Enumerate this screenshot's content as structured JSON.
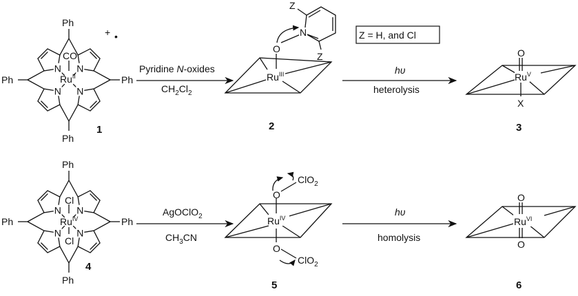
{
  "compounds": {
    "c1": {
      "label": "1",
      "metal": "Ru",
      "ox": "II",
      "axial": "CO",
      "charge": "+",
      "radical": "•",
      "ph": "Ph",
      "n": "N"
    },
    "c2": {
      "label": "2",
      "metal": "Ru",
      "ox": "III",
      "o": "O",
      "n": "N",
      "z": "Z"
    },
    "c3": {
      "label": "3",
      "metal": "Ru",
      "ox": "V",
      "o": "O",
      "x": "X"
    },
    "c4": {
      "label": "4",
      "metal": "Ru",
      "ox": "IV",
      "axial": "Cl",
      "ph": "Ph",
      "n": "N"
    },
    "c5": {
      "label": "5",
      "metal": "Ru",
      "ox": "IV",
      "o": "O",
      "clo2": "ClO",
      "clo2_sub": "2"
    },
    "c6": {
      "label": "6",
      "metal": "Ru",
      "ox": "VI",
      "o": "O"
    }
  },
  "reactions": {
    "r1": {
      "reagent_pre": "Pyridine ",
      "reagent_it": "N",
      "reagent_post": "-oxides",
      "solvent_a": "CH",
      "solvent_s1": "2",
      "solvent_b": "Cl",
      "solvent_s2": "2"
    },
    "r2": {
      "above": "hυ",
      "below": "heterolysis"
    },
    "r3": {
      "reagent_a": "AgOClO",
      "reagent_s": "2",
      "solvent_a": "CH",
      "solvent_s": "3",
      "solvent_b": "CN"
    },
    "r4": {
      "above": "hυ",
      "below": "homolysis"
    }
  },
  "note": "Z = H, and Cl"
}
